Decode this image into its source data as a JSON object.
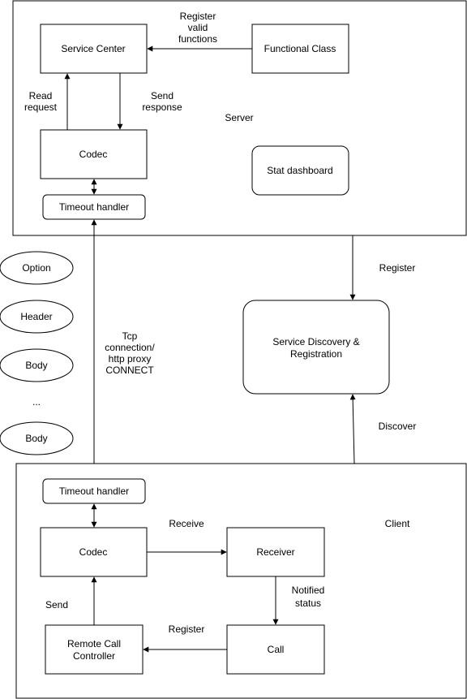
{
  "server": {
    "label": "Server",
    "service_center": "Service Center",
    "functional_class": "Functional Class",
    "codec": "Codec",
    "timeout_handler": "Timeout handler",
    "stat_dashboard": "Stat dashboard",
    "edge_register_valid": [
      "Register",
      "valid",
      "functions"
    ],
    "edge_read_request": [
      "Read",
      "request"
    ],
    "edge_send_response": [
      "Send",
      "response"
    ]
  },
  "messages": {
    "option": "Option",
    "header": "Header",
    "body_1": "Body",
    "ellipsis": "...",
    "body_2": "Body"
  },
  "connection": {
    "label": [
      "Tcp",
      "connection/",
      "http proxy",
      "CONNECT"
    ]
  },
  "discovery": {
    "label": [
      "Service Discovery &",
      "Registration"
    ],
    "edge_register": "Register",
    "edge_discover": "Discover"
  },
  "client": {
    "label": "Client",
    "timeout_handler": "Timeout handler",
    "codec": "Codec",
    "receiver": "Receiver",
    "remote_call_controller": [
      "Remote Call",
      "Controller"
    ],
    "call": "Call",
    "edge_receive": "Receive",
    "edge_send": "Send",
    "edge_notified_status": [
      "Notified",
      "status"
    ],
    "edge_register": "Register"
  }
}
